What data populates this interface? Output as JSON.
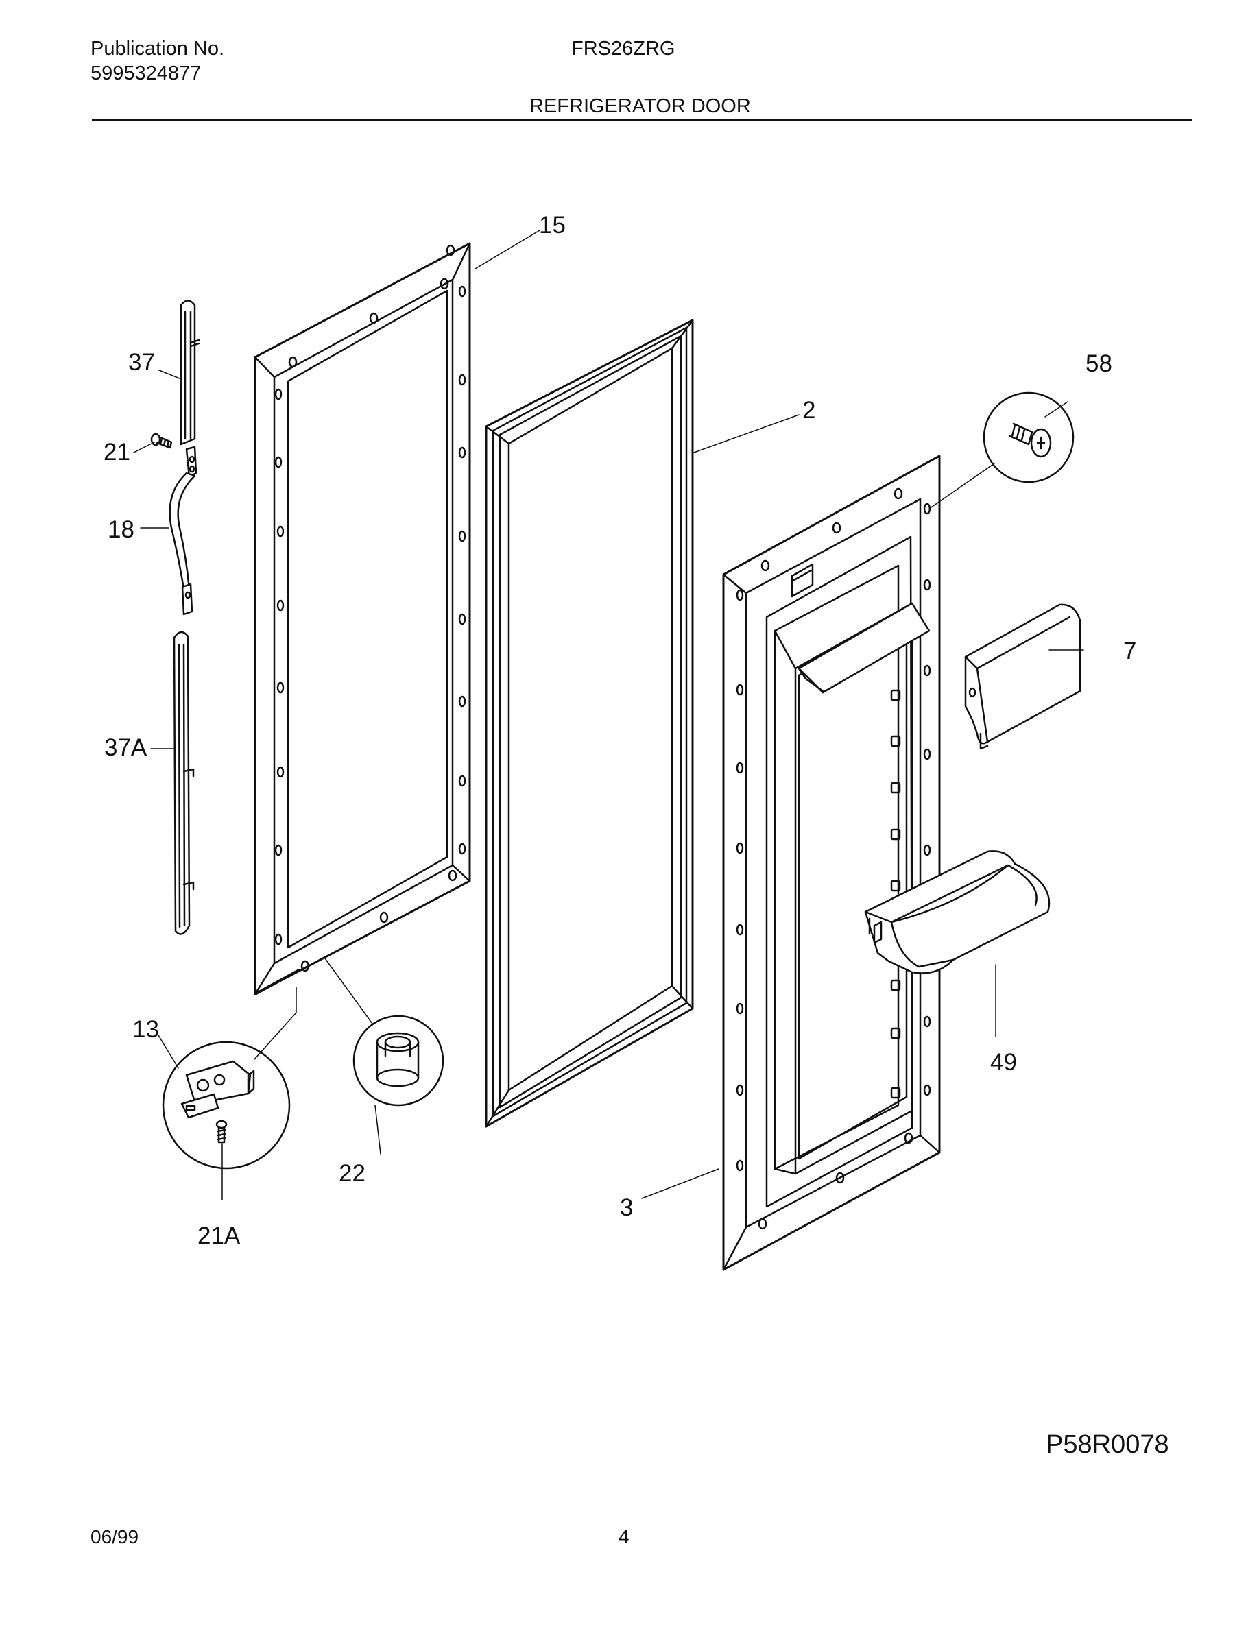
{
  "header": {
    "publication_label": "Publication No.",
    "publication_number": "5995324877",
    "model": "FRS26ZRG",
    "section_title": "REFRIGERATOR DOOR"
  },
  "diagram": {
    "figure_code": "P58R0078",
    "callouts": [
      "15",
      "37",
      "58",
      "2",
      "21",
      "18",
      "7",
      "37A",
      "13",
      "49",
      "22",
      "3",
      "21A"
    ]
  },
  "footer": {
    "date": "06/99",
    "page_number": "4"
  }
}
